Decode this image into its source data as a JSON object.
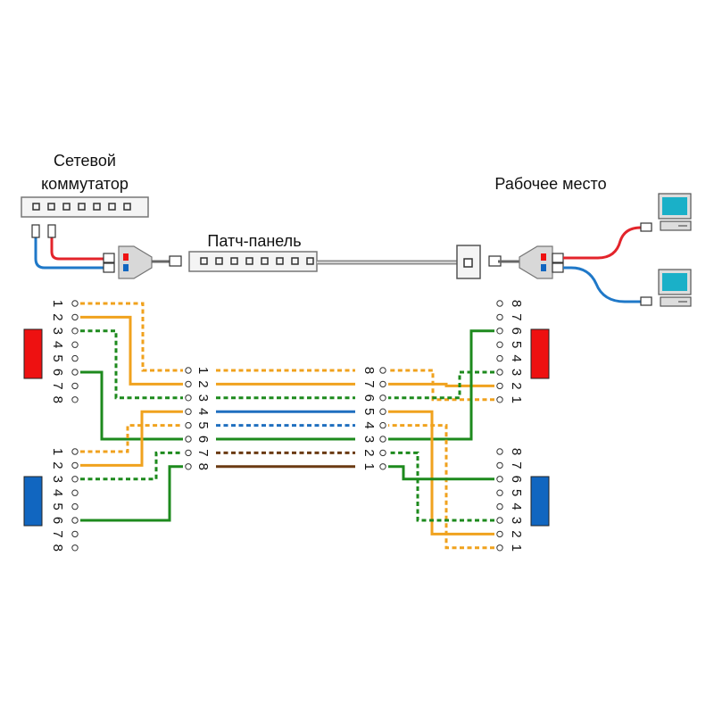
{
  "labels": {
    "switch_line1": "Сетевой",
    "switch_line2": "коммутатор",
    "patch_panel": "Патч-панель",
    "workplace": "Рабочее место"
  },
  "pins": [
    "1",
    "2",
    "3",
    "4",
    "5",
    "6",
    "7",
    "8"
  ],
  "colors": {
    "orange": "#f0a21e",
    "green": "#1d8a1d",
    "blue": "#1f6fbf",
    "brown": "#6b3a12",
    "red_port": "#ee1111",
    "blue_port": "#1166c0",
    "cable_red": "#e3242b",
    "cable_blue": "#1f78c8"
  },
  "center_pairs": [
    {
      "pins": "1",
      "color": "orange",
      "style": "dashed"
    },
    {
      "pins": "2",
      "color": "orange",
      "style": "solid"
    },
    {
      "pins": "3",
      "color": "green",
      "style": "dashed"
    },
    {
      "pins": "4",
      "color": "blue",
      "style": "solid"
    },
    {
      "pins": "5",
      "color": "blue",
      "style": "dashed"
    },
    {
      "pins": "6",
      "color": "green",
      "style": "solid"
    },
    {
      "pins": "7",
      "color": "brown",
      "style": "dashed"
    },
    {
      "pins": "8",
      "color": "brown",
      "style": "solid"
    }
  ]
}
